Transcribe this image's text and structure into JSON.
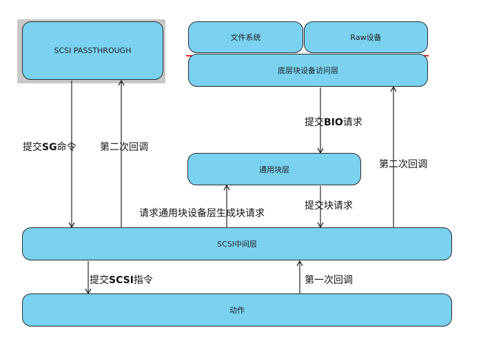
{
  "boxes": {
    "scsi_passthrough": "SCSI PASSTHROUGH",
    "file_system": "文件系统",
    "raw_device": "Raw设备",
    "bottom_block_layer": "底层块设备访问层",
    "generic_block_layer": "通用块层",
    "scsi_middle_layer": "SCSI中间层",
    "action": "动作"
  },
  "labels": {
    "submit_sg_pre": "提交",
    "submit_sg_bold": "SG",
    "submit_sg_post": "命令",
    "second_callback_left": "第二次回调",
    "submit_bio_pre": "提交",
    "submit_bio_bold": "BIO",
    "submit_bio_post": "请求",
    "second_callback_right": "第二次回调",
    "request_generic": "请求通用块设备层生成块请求",
    "submit_block_request": "提交块请求",
    "submit_scsi_pre": "提交",
    "submit_scsi_bold": "SCSI",
    "submit_scsi_post": "指令",
    "first_callback": "第一次回调"
  },
  "colors": {
    "box_fill": "#7ad1f0",
    "box_border": "#2a2a2a",
    "shadow": "#c8c8c8",
    "accent_red": "#e02020"
  }
}
